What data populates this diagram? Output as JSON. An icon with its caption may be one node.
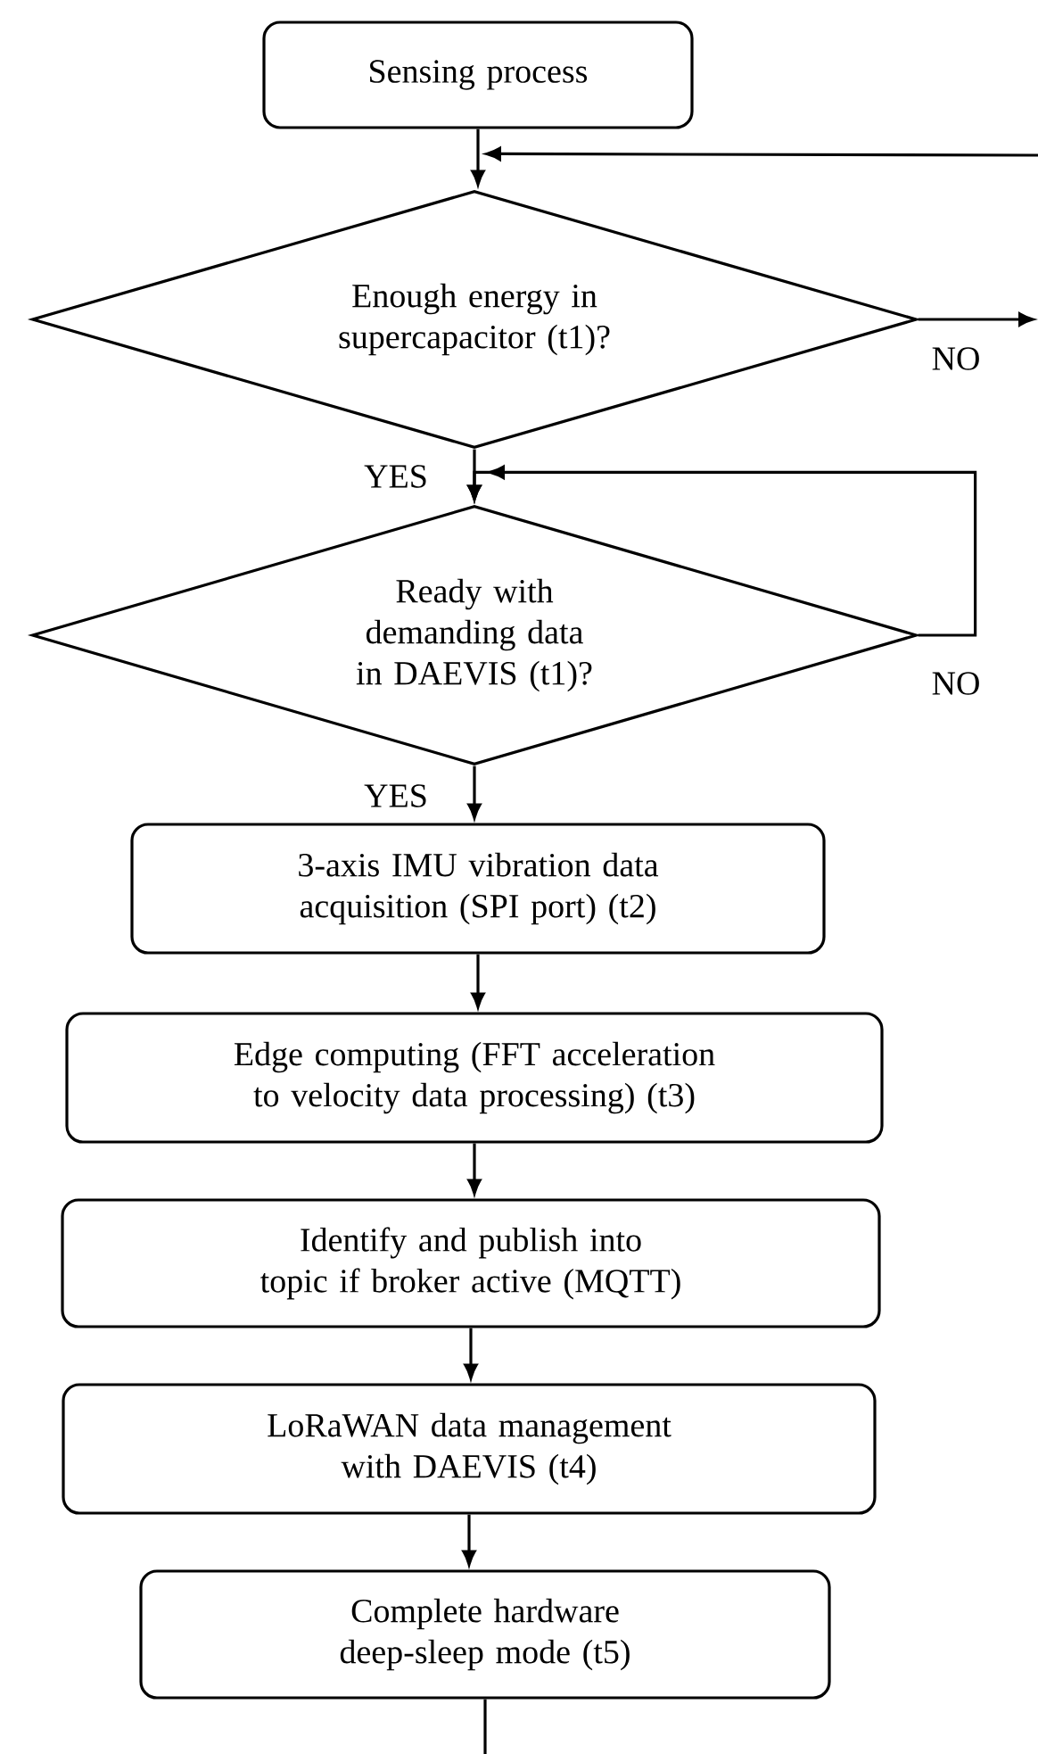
{
  "diagram": {
    "nodes": [
      {
        "text": [
          "Sensing process"
        ]
      },
      {
        "text": [
          "Enough energy in supercapacitor (t1)?"
        ]
      },
      {
        "text": [
          "Ready with demanding data in DAEVIS (t1)?"
        ]
      },
      {
        "text": [
          "3-axis IMU vibration data acquisition (SPI port) (t2)"
        ]
      },
      {
        "text": [
          "Edge computing (FFT acceleration to velocity data processing) (t3)"
        ]
      },
      {
        "text": [
          "Identify and publish into topic if broker active (MQTT)"
        ]
      },
      {
        "text": [
          "LoRaWAN data management with DAEVIS (t4)"
        ]
      },
      {
        "text": [
          "Complete hardware deep-sleep mode (t5)"
        ]
      }
    ],
    "edges": [
      {
        "from": 0,
        "to": 1,
        "arrow": "to"
      },
      {
        "from": null,
        "to": 1,
        "arrow": "to"
      },
      {
        "from": 1,
        "to": null,
        "arrow": "to",
        "label": "NO"
      },
      {
        "from": 1,
        "to": 2,
        "arrow": "to",
        "label": "YES"
      },
      {
        "from": 2,
        "to": 2,
        "arrow": "to",
        "label": "NO"
      },
      {
        "from": 2,
        "to": 3,
        "arrow": "to",
        "label": "YES"
      },
      {
        "from": 3,
        "to": 4,
        "arrow": "to"
      },
      {
        "from": 4,
        "to": 5,
        "arrow": "to"
      },
      {
        "from": 5,
        "to": 6,
        "arrow": "to"
      },
      {
        "from": 6,
        "to": 7,
        "arrow": "to"
      },
      {
        "from": 7,
        "to": null,
        "arrow": "none"
      }
    ]
  }
}
